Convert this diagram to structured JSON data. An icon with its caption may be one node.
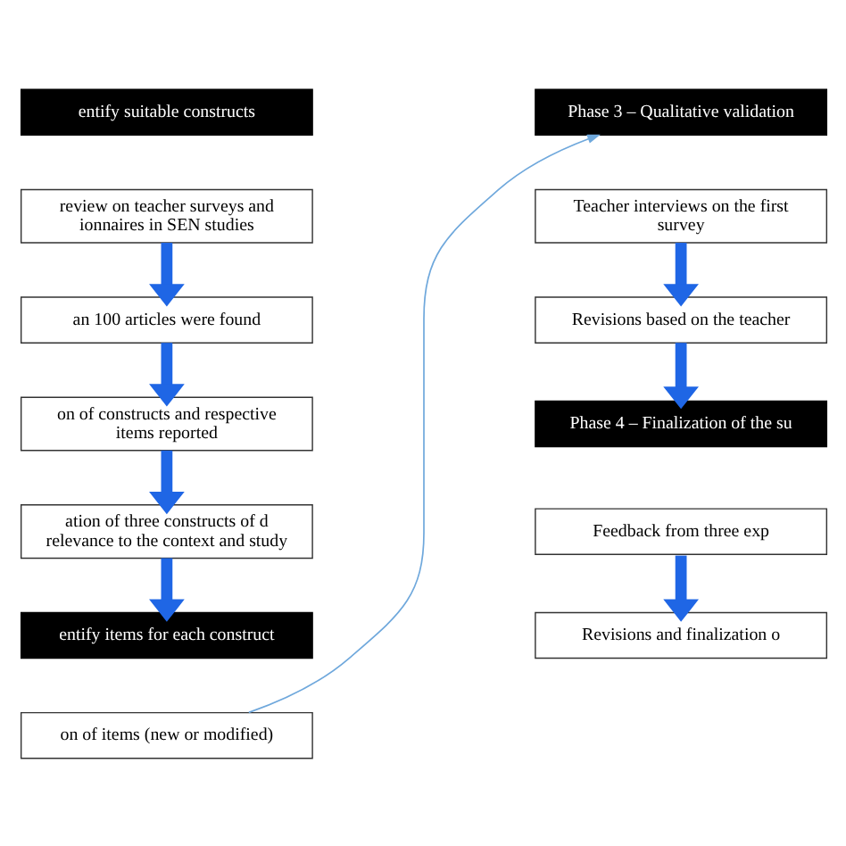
{
  "diagram": {
    "nodes": [
      {
        "text": [
          "entify suitable constructs"
        ]
      },
      {
        "text": [
          "review on teacher surveys and ionnaires in SEN studies"
        ]
      },
      {
        "text": [
          "an 100 articles were found"
        ]
      },
      {
        "text": [
          "on of constructs and respective items reported"
        ]
      },
      {
        "text": [
          "ation of three constructs of d relevance to the context and study"
        ]
      },
      {
        "text": [
          "entify items for each construct"
        ]
      },
      {
        "text": [
          "on of items (new or modified)"
        ]
      },
      {
        "text": [
          "Phase 3 – Qualitative validation"
        ]
      },
      {
        "text": [
          "Teacher interviews on the first survey"
        ]
      },
      {
        "text": [
          "Revisions based on the teacher"
        ]
      },
      {
        "text": [
          "Phase 4 – Finalization of the su"
        ]
      },
      {
        "text": [
          "Feedback from three exp"
        ]
      },
      {
        "text": [
          "Revisions and finalization o"
        ]
      }
    ],
    "edges": [
      {
        "from": 1,
        "to": 2,
        "arrow": "to"
      },
      {
        "from": 2,
        "to": 3,
        "arrow": "to"
      },
      {
        "from": 3,
        "to": 4,
        "arrow": "to"
      },
      {
        "from": 4,
        "to": 5,
        "arrow": "to"
      },
      {
        "from": 6,
        "to": 7,
        "arrow": "to",
        "color": "#6fa8dc"
      },
      {
        "from": 8,
        "to": 9,
        "arrow": "to"
      },
      {
        "from": 9,
        "to": 10,
        "arrow": "to"
      },
      {
        "from": 11,
        "to": 12,
        "arrow": "to"
      }
    ]
  }
}
